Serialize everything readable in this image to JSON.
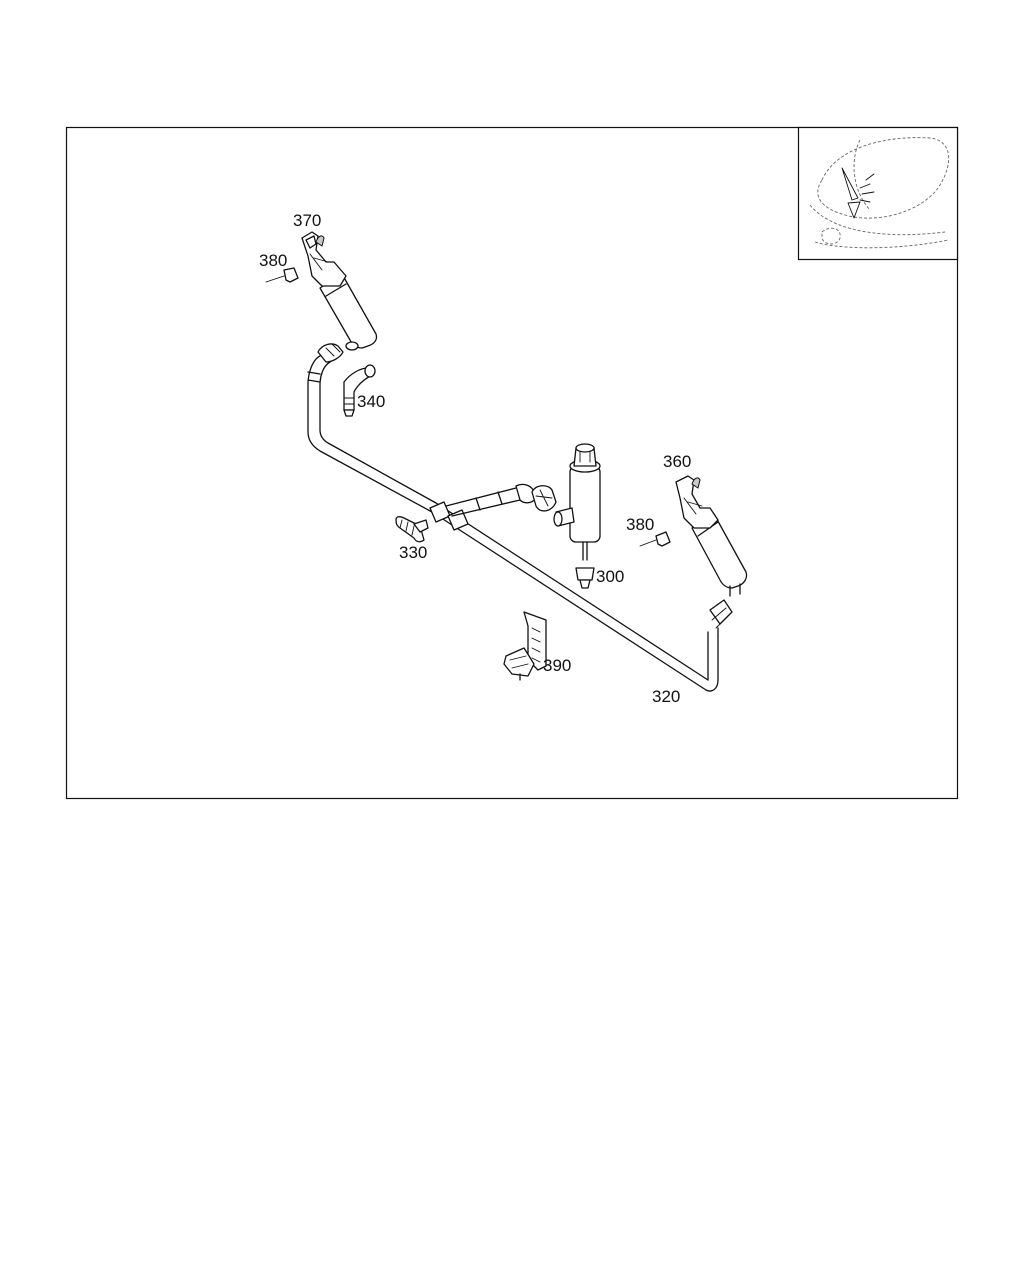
{
  "callouts": [
    {
      "id": "370",
      "text": "370"
    },
    {
      "id": "380a",
      "text": "380"
    },
    {
      "id": "340",
      "text": "340"
    },
    {
      "id": "360",
      "text": "360"
    },
    {
      "id": "380b",
      "text": "380"
    },
    {
      "id": "330",
      "text": "330"
    },
    {
      "id": "300",
      "text": "300"
    },
    {
      "id": "390",
      "text": "390"
    },
    {
      "id": "320",
      "text": "320"
    }
  ]
}
